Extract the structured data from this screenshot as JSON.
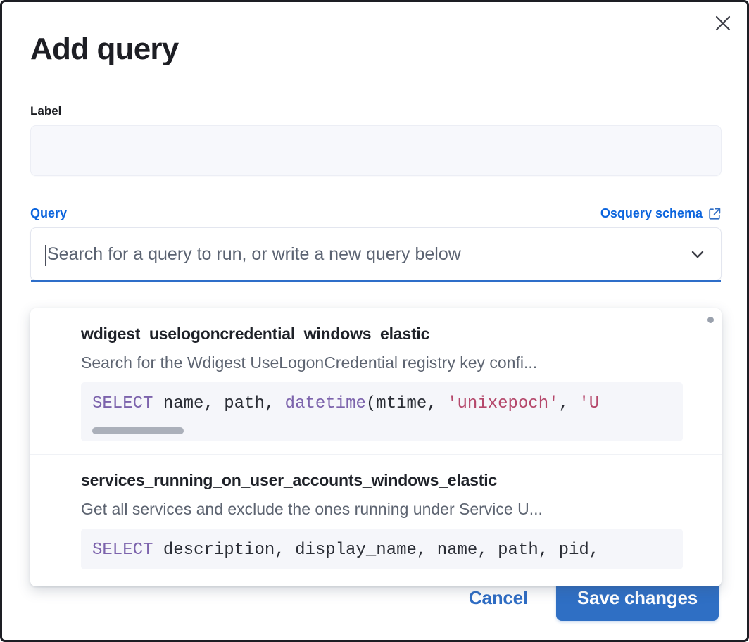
{
  "modal": {
    "title": "Add query",
    "close_icon": "close-icon"
  },
  "label_field": {
    "label": "Label",
    "value": "",
    "placeholder": ""
  },
  "query_field": {
    "label": "Query",
    "schema_link": {
      "text": "Osquery schema",
      "icon": "external-link-icon"
    },
    "combobox": {
      "value": "",
      "placeholder": "Search for a query to run, or write a new query below",
      "chevron_icon": "chevron-down-icon"
    }
  },
  "dropdown": {
    "items": [
      {
        "title": "wdigest_uselogoncredential_windows_elastic",
        "description": "Search for the Wdigest UseLogonCredential registry key confi...",
        "code_tokens": [
          {
            "t": "SELECT",
            "c": "kw"
          },
          {
            "t": " ",
            "c": "punc"
          },
          {
            "t": "name",
            "c": "id"
          },
          {
            "t": ", ",
            "c": "punc"
          },
          {
            "t": "path",
            "c": "id"
          },
          {
            "t": ", ",
            "c": "punc"
          },
          {
            "t": "datetime",
            "c": "fn"
          },
          {
            "t": "(",
            "c": "punc"
          },
          {
            "t": "mtime",
            "c": "id"
          },
          {
            "t": ", ",
            "c": "punc"
          },
          {
            "t": "'unixepoch'",
            "c": "str"
          },
          {
            "t": ", ",
            "c": "punc"
          },
          {
            "t": "'U",
            "c": "str"
          }
        ],
        "has_scrollbar": true
      },
      {
        "title": "services_running_on_user_accounts_windows_elastic",
        "description": "Get all services and exclude the ones running under Service U...",
        "code_tokens": [
          {
            "t": "SELECT",
            "c": "kw"
          },
          {
            "t": " ",
            "c": "punc"
          },
          {
            "t": "description",
            "c": "id"
          },
          {
            "t": ", ",
            "c": "punc"
          },
          {
            "t": "display_name",
            "c": "id"
          },
          {
            "t": ", ",
            "c": "punc"
          },
          {
            "t": "name",
            "c": "id"
          },
          {
            "t": ", ",
            "c": "punc"
          },
          {
            "t": "path",
            "c": "id"
          },
          {
            "t": ", ",
            "c": "punc"
          },
          {
            "t": "pid",
            "c": "id"
          },
          {
            "t": ",",
            "c": "punc"
          }
        ],
        "has_scrollbar": false
      }
    ]
  },
  "footer": {
    "cancel_label": "Cancel",
    "save_label": "Save changes"
  },
  "colors": {
    "accent_blue": "#0b64dd",
    "button_blue": "#2f6fc4",
    "focus_underline": "#2e6ec9",
    "keyword_purple": "#7c63ac",
    "string_red": "#b5486b",
    "text_dark": "#1d1e24",
    "text_muted": "#5d6471"
  }
}
